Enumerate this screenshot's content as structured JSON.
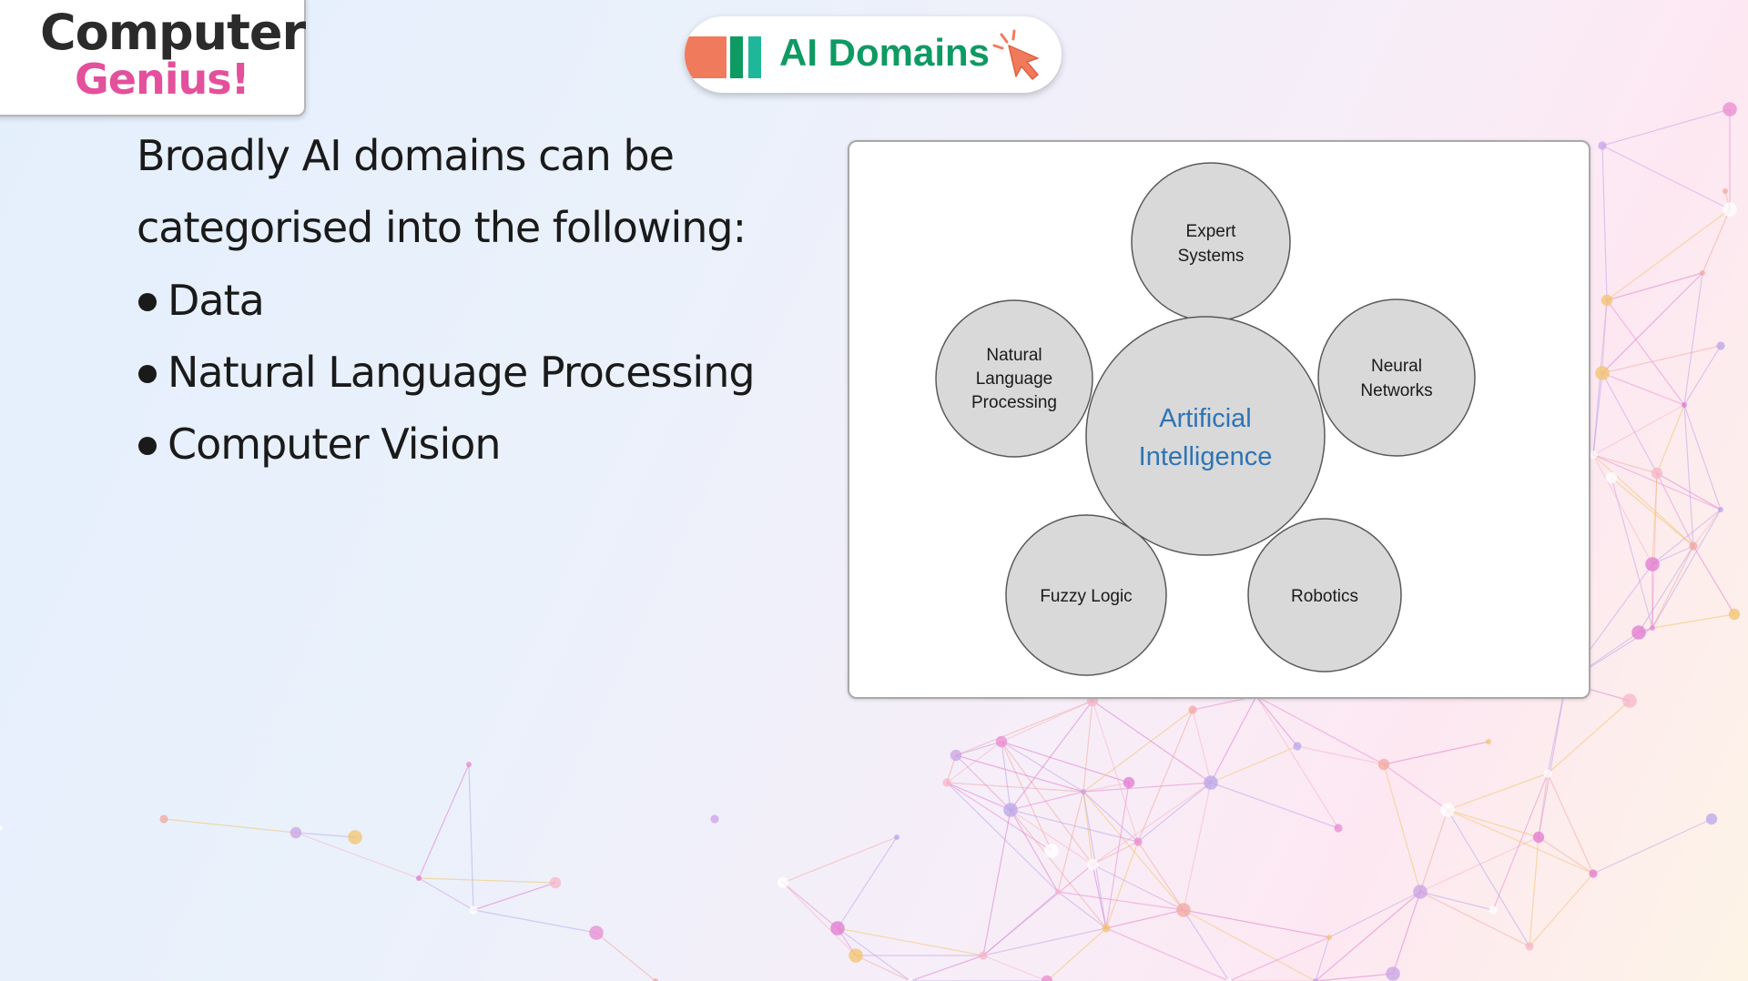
{
  "logo": {
    "line1": "Computer",
    "line2": "Genius!"
  },
  "header": {
    "title": "AI Domains",
    "icon": "cursor-click-icon",
    "colors": {
      "title": "#0f9a63",
      "bar_orange": "#f07a5c",
      "bar_green": "#0f9a63",
      "bar_teal": "#1fb79a",
      "cursor": "#f07a5c"
    }
  },
  "content": {
    "intro_line1": "Broadly AI domains can be",
    "intro_line2": "categorised into the following:",
    "bullets": [
      "Data",
      "Natural Language Processing",
      "Computer Vision"
    ]
  },
  "diagram": {
    "center": {
      "line1": "Artificial",
      "line2": "Intelligence"
    },
    "nodes": [
      {
        "id": "expert-systems",
        "lines": [
          "Expert",
          "Systems"
        ]
      },
      {
        "id": "nlp",
        "lines": [
          "Natural",
          "Language",
          "Processing"
        ]
      },
      {
        "id": "neural-networks",
        "lines": [
          "Neural",
          "Networks"
        ]
      },
      {
        "id": "fuzzy-logic",
        "lines": [
          "Fuzzy Logic"
        ]
      },
      {
        "id": "robotics",
        "lines": [
          "Robotics"
        ]
      }
    ],
    "colors": {
      "circle_fill": "#d9d9d9",
      "circle_stroke": "#595959",
      "center_text": "#2e74b5",
      "node_text": "#1a1a1a"
    }
  }
}
